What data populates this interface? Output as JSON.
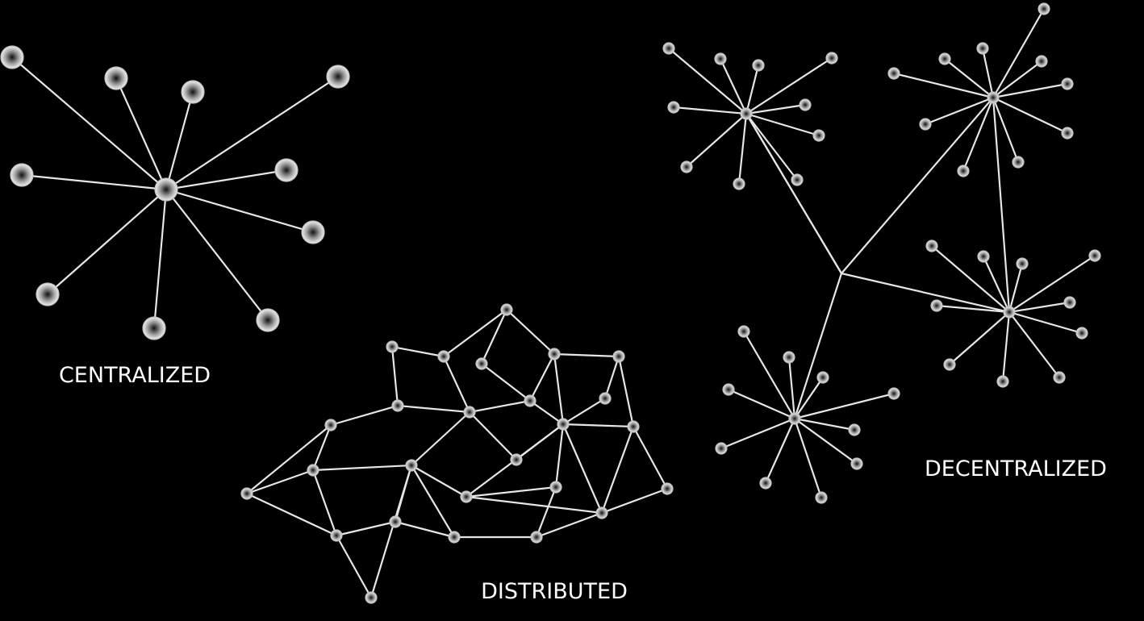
{
  "labels": {
    "centralized": "CENTRALIZED",
    "distributed": "DISTRIBUTED",
    "decentralized": "DECENTRALIZED"
  },
  "colors": {
    "background": "#000000",
    "edge": "#e6e6e6",
    "node": "#ffffff",
    "text": "#ffffff"
  }
}
